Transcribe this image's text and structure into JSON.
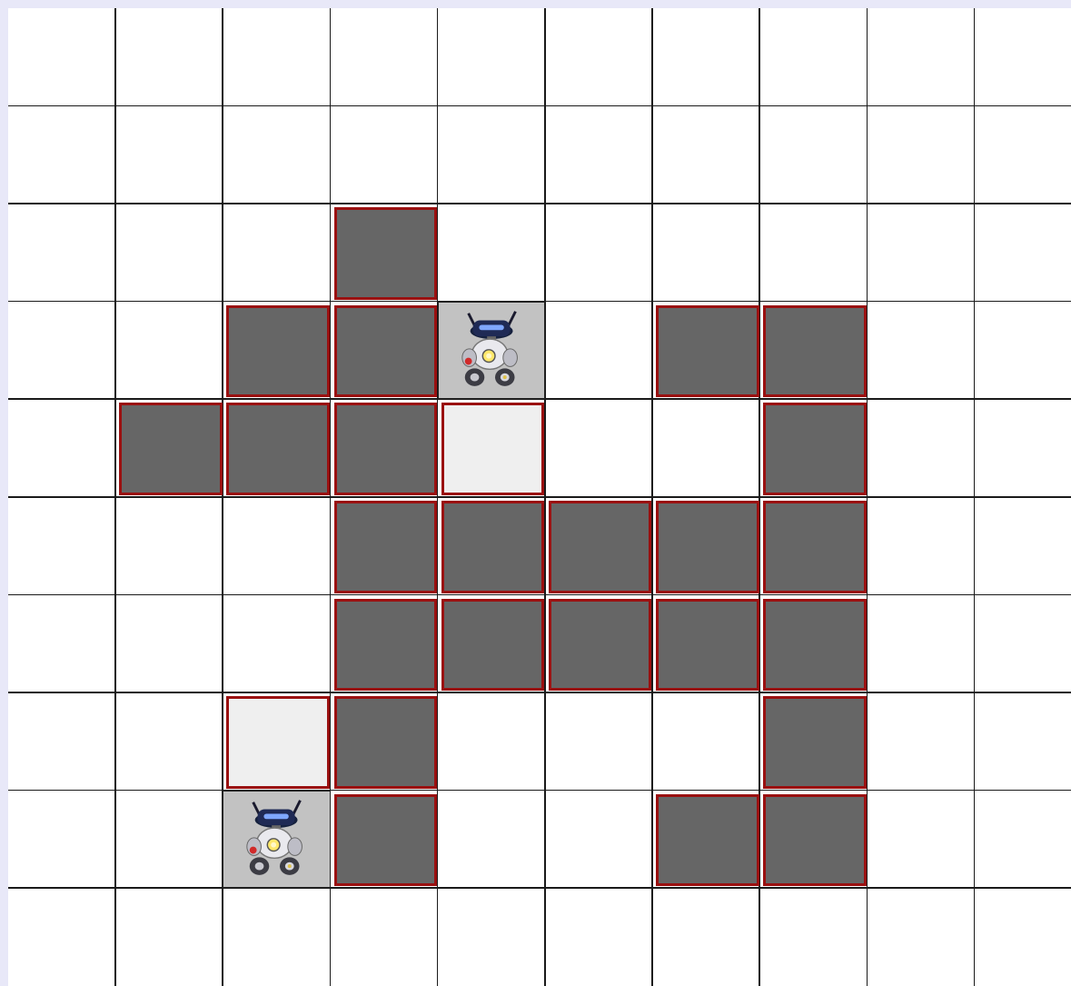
{
  "grid": {
    "columns": 10,
    "rows": 10
  },
  "colors": {
    "painted": "#666666",
    "marked": "#efefef",
    "border": "#9a1010",
    "background": "#ffffff",
    "robot_cell": "#c2c2c2"
  },
  "painted_cells": [
    [
      3,
      2
    ],
    [
      2,
      3
    ],
    [
      3,
      3
    ],
    [
      6,
      3
    ],
    [
      7,
      3
    ],
    [
      1,
      4
    ],
    [
      2,
      4
    ],
    [
      3,
      4
    ],
    [
      7,
      4
    ],
    [
      3,
      5
    ],
    [
      4,
      5
    ],
    [
      5,
      5
    ],
    [
      6,
      5
    ],
    [
      7,
      5
    ],
    [
      3,
      6
    ],
    [
      4,
      6
    ],
    [
      5,
      6
    ],
    [
      6,
      6
    ],
    [
      7,
      6
    ],
    [
      3,
      7
    ],
    [
      7,
      7
    ],
    [
      3,
      8
    ],
    [
      6,
      8
    ],
    [
      7,
      8
    ]
  ],
  "marked_cells": [
    [
      4,
      4
    ],
    [
      2,
      7
    ]
  ],
  "robots": [
    {
      "name": "robot",
      "icon": "robot-icon",
      "col": 4,
      "row": 3
    },
    {
      "name": "robot",
      "icon": "robot-icon",
      "col": 2,
      "row": 8
    }
  ]
}
